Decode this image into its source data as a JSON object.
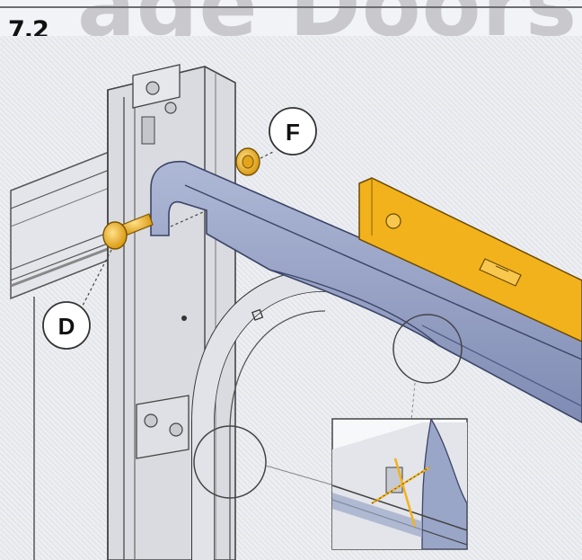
{
  "figure": {
    "step_number": "7.2",
    "banner_text": "age Doors",
    "callouts": {
      "d": "D",
      "f": "F"
    }
  },
  "colors": {
    "background": "#f2f3f6",
    "track_blue": "#9aa6c8",
    "track_dark": "#56638c",
    "level_yellow": "#f2b21c",
    "bolt_yellow": "#f1b520",
    "frame_grey": "#d6d8dd",
    "line_dark": "#2b2b2b"
  },
  "icons": [
    "bolt-icon",
    "nut-icon",
    "spirit-level-icon",
    "magnifier-circle-icon"
  ]
}
